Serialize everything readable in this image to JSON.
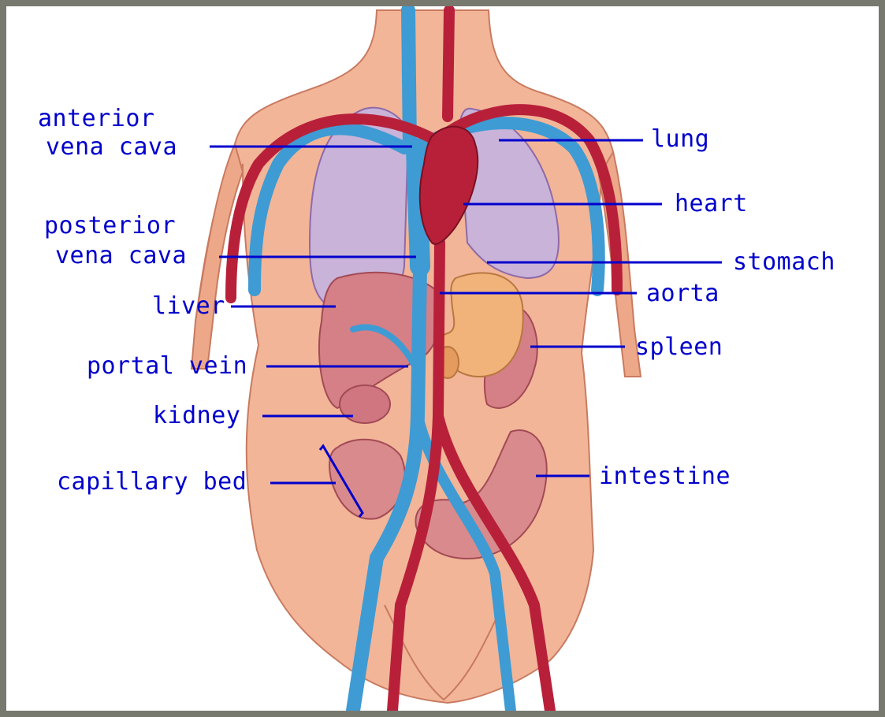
{
  "colors": {
    "label": "#0000cc",
    "skin": "#f2b598",
    "vein": "#3f9bd3",
    "artery": "#b8203a",
    "lung": "#c9b3d9",
    "organ": "#d57f86",
    "stomach": "#f2b37a"
  },
  "labels": {
    "anterior_vena_cava_1": "anterior",
    "anterior_vena_cava_2": "vena cava",
    "lung": "lung",
    "heart": "heart",
    "posterior_vena_cava_1": "posterior",
    "posterior_vena_cava_2": "vena cava",
    "stomach": "stomach",
    "liver": "liver",
    "aorta": "aorta",
    "portal_vein": "portal vein",
    "spleen": "spleen",
    "kidney": "kidney",
    "capillary_bed": "capillary bed",
    "intestine": "intestine"
  }
}
